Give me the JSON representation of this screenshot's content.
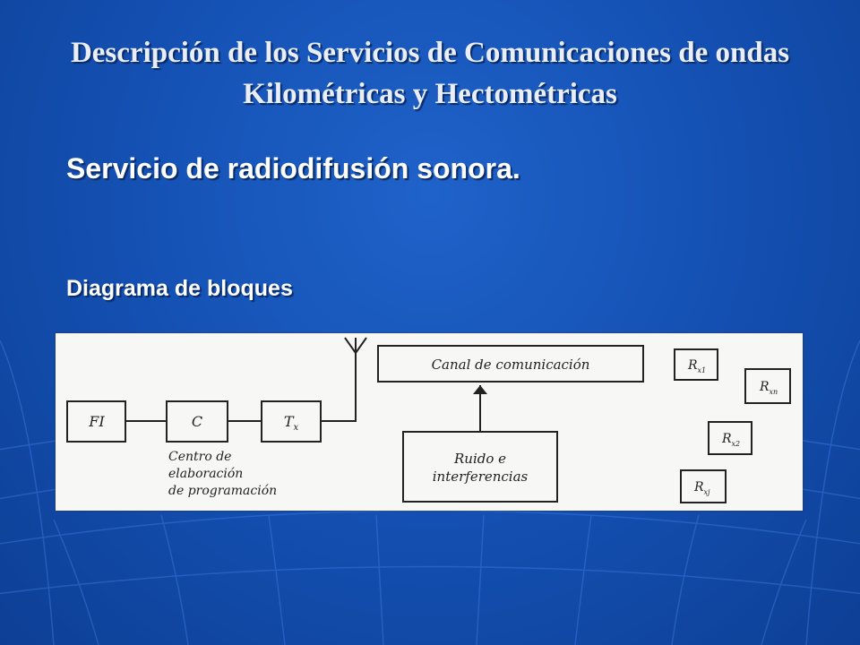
{
  "slide": {
    "title": "Descripción de los Servicios de Comunicaciones de ondas Kilométricas y Hectométricas",
    "subtitle": "Servicio de radiodifusión sonora.",
    "section_label": "Diagrama de bloques"
  },
  "diagram": {
    "blocks": {
      "fi": "FI",
      "c": "C",
      "tx": "T",
      "tx_sub": "x",
      "canal": "Canal de comunicación",
      "ruido_line1": "Ruido e",
      "ruido_line2": "interferencias"
    },
    "centro_caption": [
      "Centro de",
      "elaboración",
      "de programación"
    ],
    "receivers": [
      {
        "main": "R",
        "sub": "x1"
      },
      {
        "main": "R",
        "sub": "xn"
      },
      {
        "main": "R",
        "sub": "x2"
      },
      {
        "main": "R",
        "sub": "xj"
      }
    ]
  },
  "colors": {
    "background": "#1552b5",
    "title_text": "#e9eef8",
    "body_text": "#ffffff",
    "diagram_bg": "#f7f7f5"
  }
}
